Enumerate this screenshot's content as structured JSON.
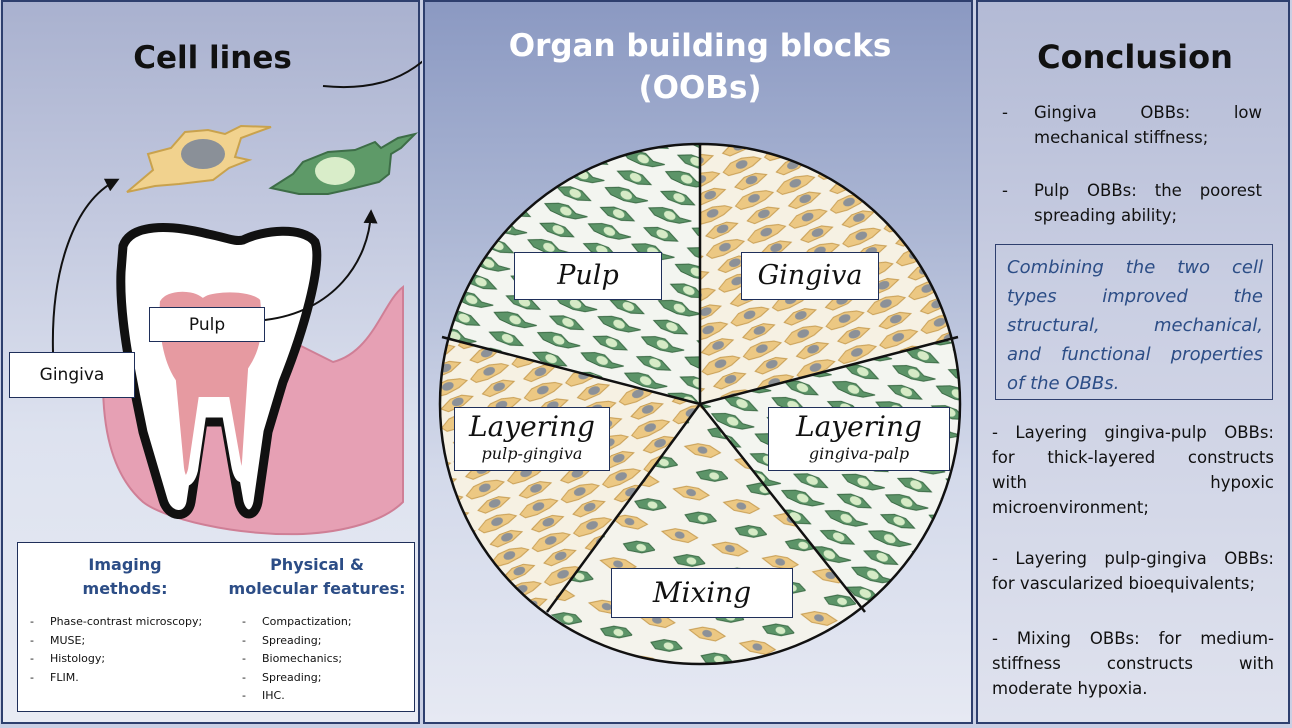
{
  "cell_lines": {
    "title": "Cell lines",
    "gingiva_label": "Gingiva",
    "pulp_label": "Pulp",
    "imaging": {
      "heading_line1": "Imaging",
      "heading_line2": "methods:",
      "items": [
        "Phase-contrast microscopy;",
        "MUSE;",
        "Histology;",
        "FLIM."
      ]
    },
    "features": {
      "heading_line1": "Physical &",
      "heading_line2": "molecular features:",
      "items": [
        "Compactization;",
        "Spreading;",
        "Biomechanics;",
        "Spreading;",
        "IHC."
      ]
    }
  },
  "oob": {
    "title_line1": "Organ building blocks",
    "title_line2": "(OOBs)",
    "segments": {
      "pulp": "Pulp",
      "gingiva": "Gingiva",
      "layering_pg_title": "Layering",
      "layering_pg_sub": "pulp-gingiva",
      "layering_gp_title": "Layering",
      "layering_gp_sub": "gingiva-palp",
      "mixing": "Mixing"
    }
  },
  "conclusion": {
    "title": "Conclusion",
    "item1_line1": "Gingiva     OBBs:     low",
    "item1_line2": "mechanical stiffness;",
    "item2_line1": "Pulp OBBs: the poorest",
    "item2_line2": "spreading ability;",
    "combining_lines": [
      "Combining the two cell",
      "types improved the",
      "structural, mechanical,",
      "and functional properties",
      "of the OBBs."
    ],
    "item3_line1": "- Layering gingiva-pulp OBBs:",
    "item3_line2": "for thick-layered constructs",
    "item3_line3": "with hypoxic",
    "item3_line4": "microenvironment;",
    "item4_line1": "- Layering pulp-gingiva OBBs:",
    "item4_line2": "for vascularized bioequivalents;",
    "item5_line1": "- Mixing OBBs: for medium-",
    "item5_line2": "stiffness constructs with",
    "item5_line3": "moderate hypoxia."
  },
  "colors": {
    "frame": "#2e3f6e",
    "accent_text": "#2c4d86",
    "gum": "#dc8aa3",
    "pulp": "#e3959c",
    "green_cell": "#4f8a5a",
    "yellow_cell": "#e8c47a"
  }
}
